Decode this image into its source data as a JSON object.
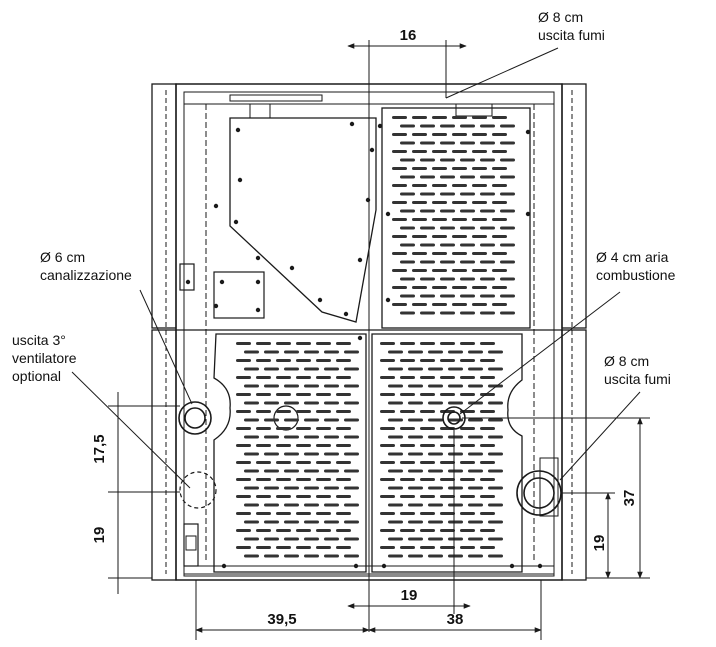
{
  "labels": {
    "flue_top_line1": "Ø 8 cm",
    "flue_top_line2": "uscita fumi",
    "duct_line1": "Ø 6 cm",
    "duct_line2": "canalizzazione",
    "fan_line1": "uscita 3°",
    "fan_line2": "ventilatore",
    "fan_line3": "optional",
    "air_line1": "Ø 4 cm aria",
    "air_line2": "combustione",
    "flue_right_line1": "Ø 8 cm",
    "flue_right_line2": "uscita fumi"
  },
  "dimensions": {
    "top_offset": "16",
    "left_upper": "17,5",
    "left_lower": "19",
    "right_lower": "19",
    "right_total": "37",
    "bottom_inner": "19",
    "bottom_left": "39,5",
    "bottom_right": "38"
  },
  "colors": {
    "line": "#1a1a1a",
    "slot": "#333333",
    "background": "#ffffff"
  }
}
